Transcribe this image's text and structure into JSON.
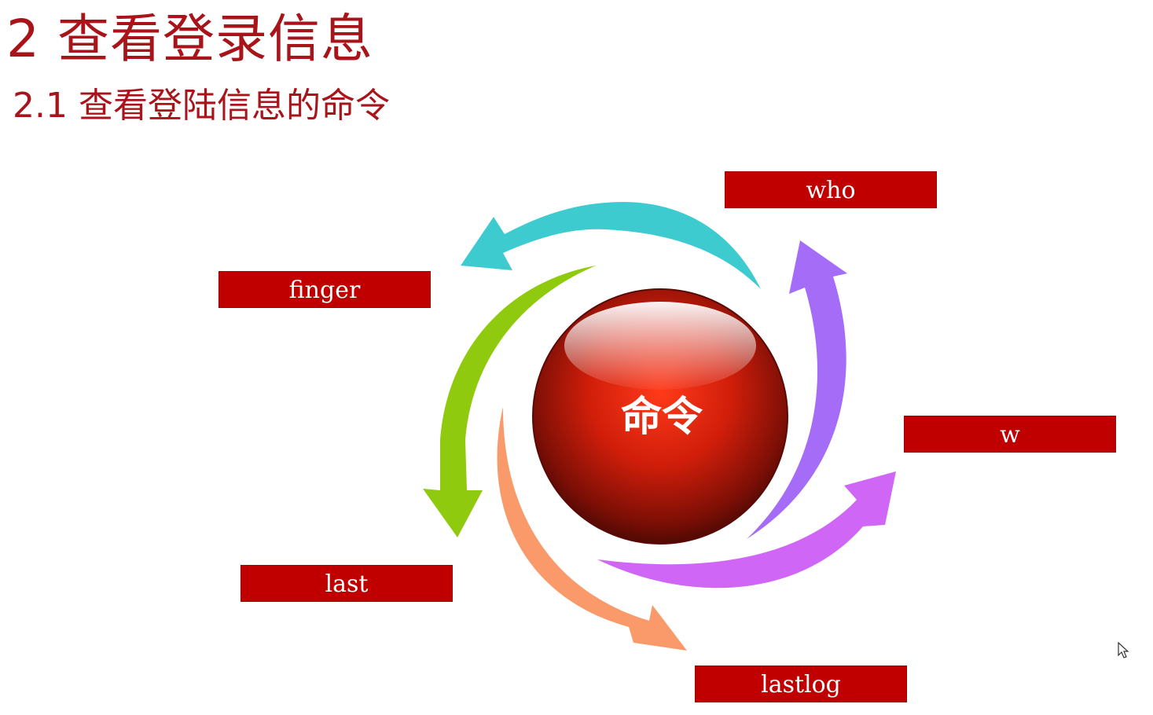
{
  "heading": {
    "title": "2 查看登录信息",
    "subtitle": "2.1 查看登陆信息的命令"
  },
  "diagram": {
    "center_label": "命令",
    "commands": {
      "who": "who",
      "finger": "finger",
      "w": "w",
      "last": "last",
      "lastlog": "lastlog"
    },
    "arrows": [
      {
        "name": "teal",
        "color": "#3ecbd0"
      },
      {
        "name": "green",
        "color": "#8fca0e"
      },
      {
        "name": "orange",
        "color": "#fa9a6b"
      },
      {
        "name": "magenta",
        "color": "#d066f6"
      },
      {
        "name": "violet",
        "color": "#a56cf7"
      }
    ],
    "box_color": "#c00000",
    "sphere_color": "#c0160c"
  }
}
